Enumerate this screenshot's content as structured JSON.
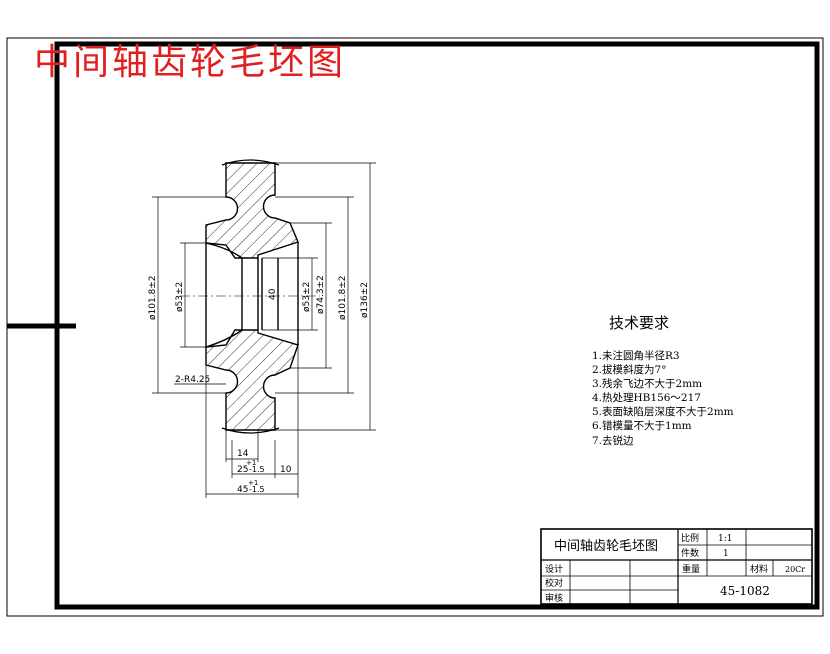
{
  "sheet_title": "中间轴齿轮毛坯图",
  "dimensions": {
    "d_101_left": "ø101.8±2",
    "d_53_left": "ø53±2",
    "width_40": "40",
    "d_53_right": "ø53±2",
    "d_74": "ø74.3±2",
    "d_101_right": "ø101.8±2",
    "d_136": "ø136±2",
    "radius": "2-R4.25",
    "w14": "14",
    "w25": "25",
    "w25_tol_upper": "+1",
    "w25_tol_lower": "-1.5",
    "w10": "10",
    "w45": "45",
    "w45_tol_upper": "+1",
    "w45_tol_lower": "-1.5"
  },
  "tech_requirements": {
    "heading": "技术要求",
    "items": [
      "1.未注圆角半径R3",
      "2.拔模斜度为7°",
      "3.残余飞边不大于2mm",
      "4.热处理HB156～217",
      "5.表面缺陷层深度不大于2mm",
      "6.错模量不大于1mm",
      "7.去锐边"
    ]
  },
  "title_block": {
    "name": "中间轴齿轮毛坯图",
    "scale_label": "比例",
    "scale_value": "1:1",
    "count_label": "件数",
    "count_value": "1",
    "design_label": "设计",
    "check_label": "校对",
    "review_label": "审核",
    "weight_label": "重量",
    "material_label": "材料",
    "material_value": "20Cr",
    "drawing_no": "45-1082"
  },
  "colors": {
    "title": "#e02020",
    "line": "#000000"
  }
}
